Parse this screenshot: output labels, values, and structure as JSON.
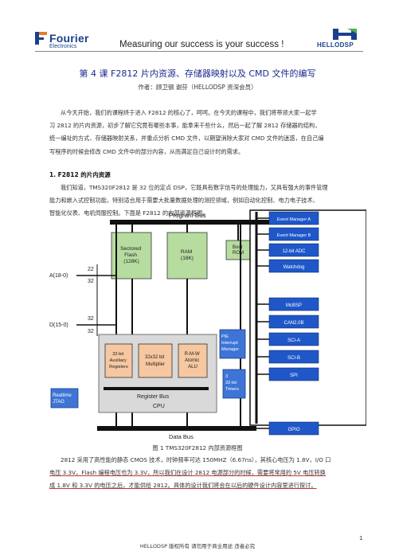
{
  "header": {
    "logo_left_brand": "Fourier",
    "logo_left_sub": "Electronics",
    "motto": "Measuring our success is your success !",
    "logo_right_text": "HELLODSP"
  },
  "doc": {
    "title": "第 4 课  F2812 片内资源、存储器映射以及 CMD 文件的编写",
    "author": "作者：顾卫钢   谢芬（HELLODSP 资深会员）",
    "intro": [
      "从今天开始，我们的课程终于进入 F2812 的核心了，呵呵。在今天的课程中，我们将带领大家一起学",
      "习 2812 的片内资源，初步了解它究竟有哪些本事，能拿来干些什么，然后一起了解 2812 存储器的结构，",
      "统一编址的方式、存储器映射关系，并重点分析 CMD 文件，以期望消除大家对 CMD 文件的迷惑，在自己编",
      "写程序的时候会修改 CMD 文件中的部分内容，从而满足自己设计时的需求。"
    ],
    "section_title": "1.  F2812 的片内资源",
    "section_para": [
      "我们知道，TMS320F2812 是 32 位的定点 DSP，它既具有数字信号的处理能力，又具有强大的事件管理",
      "能力和嵌入式控制功能，特别适合用于需要大批量数据处理的测控领域，例如自动化控制、电力电子技术、",
      "智能化仪表、电机伺服控制。下面是 F2812 的内部资源框图。"
    ],
    "figure_caption": "图 1  TMS320F2812 内部资源框图",
    "after_para": [
      "2812 采用了高性能的静态 CMOS 技术，时钟频率可达 150MHZ（6.67ns），其核心电压为 1.8V，I/O 口",
      "电压 3.3V，Flash 编程电压也为 3.3V，所以我们在设计 2812 电源部分的时候，需要将常用的 5V 电压转换",
      "成 1.8V 和 3.3V 的电压之后，才能供给 2812。具体的设计我们将会在以后的硬件设计内容里进行探讨。"
    ],
    "page_number": "1",
    "footer": "HELLODSP 版权所有  请勿用于商业用途  违者必究"
  },
  "diagram": {
    "program_bus": "Program Bus",
    "data_bus": "Data Bus",
    "register_bus": "Register Bus",
    "cpu": "CPU",
    "flash": [
      "Sectored",
      "Flash",
      "(128K)"
    ],
    "ram": [
      "RAM",
      "(18K)"
    ],
    "boot": [
      "Boot",
      "ROM"
    ],
    "addr": "A(18-0)",
    "data": "D(15-0)",
    "w22": "22",
    "w32a": "32",
    "w32b": "32",
    "w32c": "32",
    "aux": [
      "32-bit",
      "Auxiliary",
      "Registers"
    ],
    "mult": [
      "32x32 bit",
      "Multiplier"
    ],
    "alu": [
      "R-M-W",
      "Atomic",
      "ALU"
    ],
    "pie": [
      "PIE",
      "Interrupt",
      "Manager"
    ],
    "timers": [
      "3",
      "32-bit",
      "Timers"
    ],
    "realtime": [
      "Realtime",
      "JTAG"
    ],
    "peripherals": [
      "Event Manager A",
      "Event Manager B",
      "12-bit ADC",
      "Watchdog",
      "McBSP",
      "CAN2.0B",
      "SCI-A",
      "SCI-B",
      "SPI",
      "GPIO"
    ]
  },
  "colors": {
    "title_blue": "#1a2a8c",
    "box_green": "#b7dca0",
    "box_orange": "#f6c7a0",
    "periph_blue": "#1f57c8",
    "bus_black": "#111111"
  }
}
